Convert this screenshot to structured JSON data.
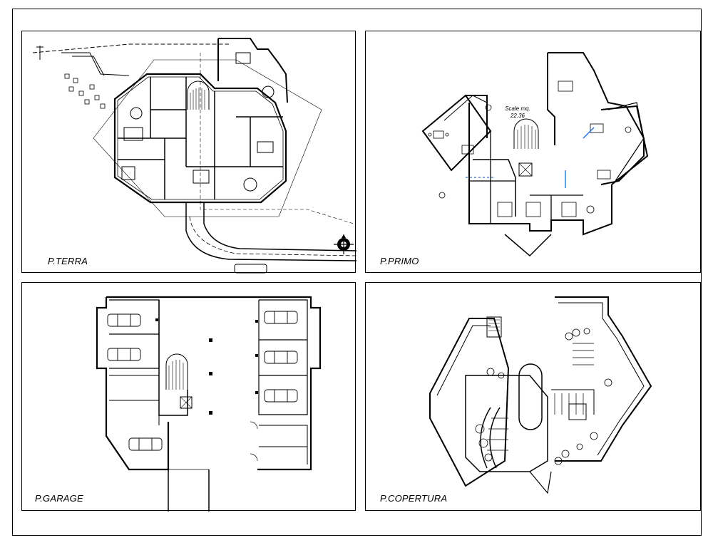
{
  "panels": {
    "terra": {
      "label": "P.TERRA"
    },
    "primo": {
      "label": "P.PRIMO",
      "scale_label": "Scale mq.",
      "scale_value": "22.36"
    },
    "garage": {
      "label": "P.GARAGE"
    },
    "copertura": {
      "label": "P.COPERTURA"
    }
  },
  "colors": {
    "line": "#000000",
    "accent": "#1a73e8",
    "background": "#ffffff"
  },
  "icons": [
    "north-arrow-icon",
    "car-icon",
    "spiral-stair-icon",
    "plant-icon"
  ]
}
